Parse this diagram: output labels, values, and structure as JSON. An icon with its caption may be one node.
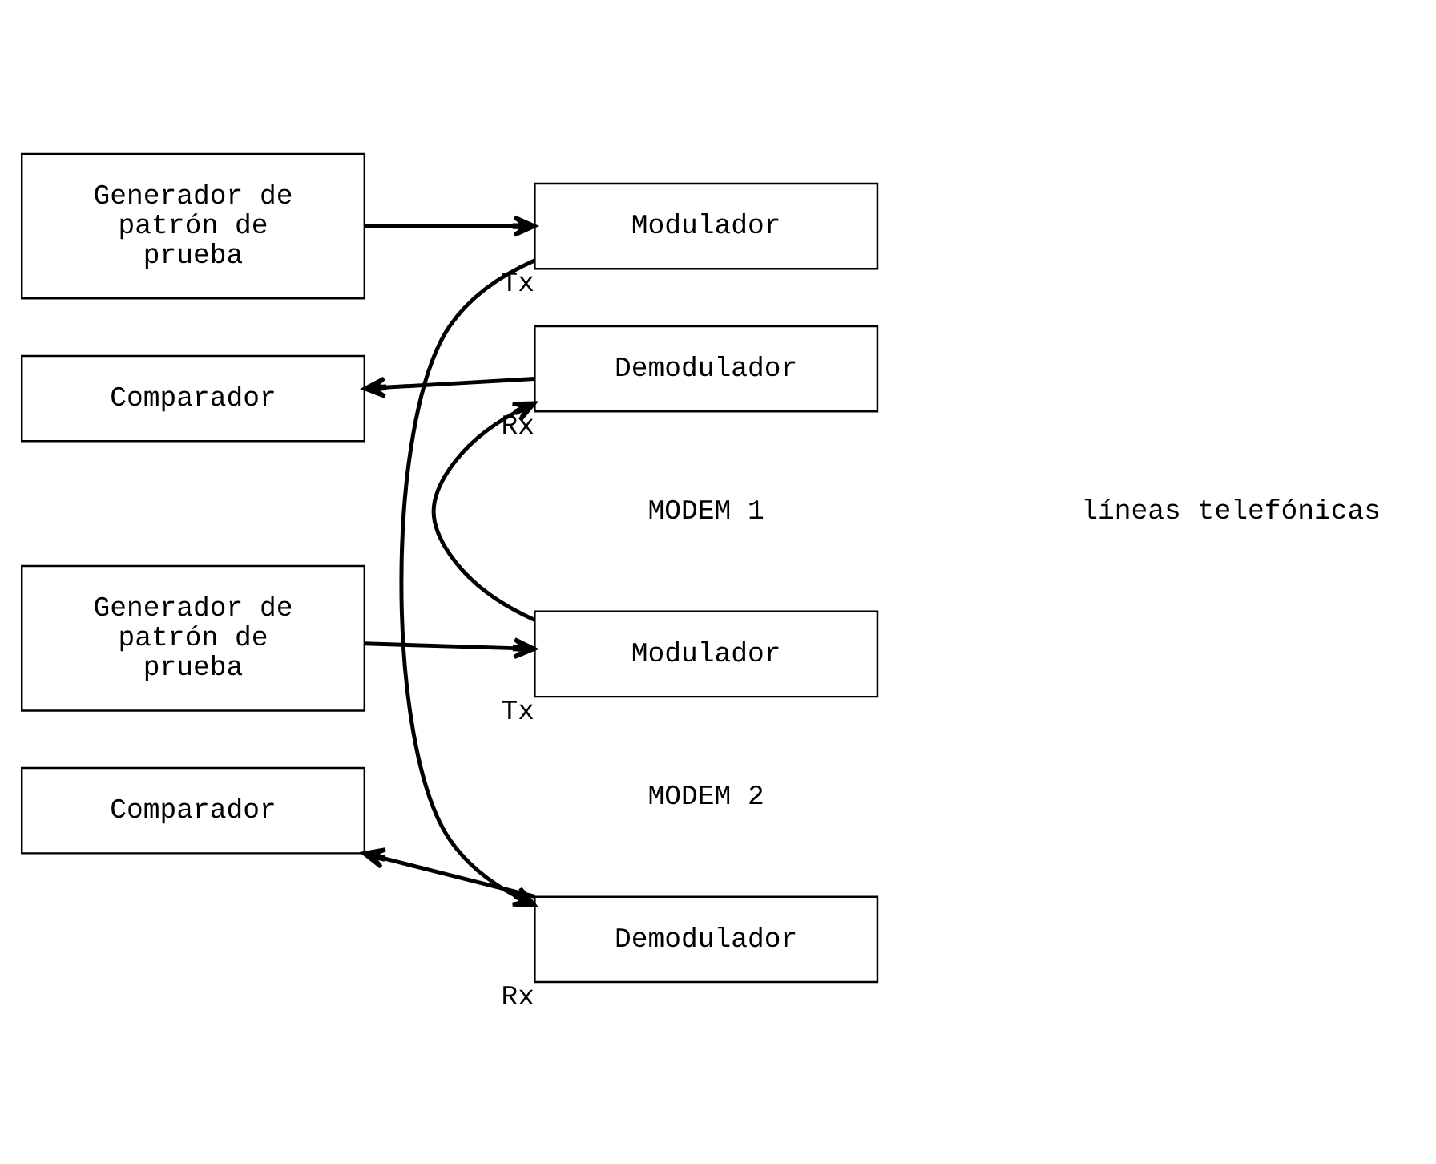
{
  "diagram": {
    "nodes": [
      {
        "text": [
          "Generador de patrón de prueba"
        ]
      },
      {
        "text": [
          "Comparador"
        ]
      },
      {
        "text": [
          "Modulador"
        ],
        "beside": [
          "Tx"
        ]
      },
      {
        "text": [
          "Demodulador"
        ],
        "beside": [
          "Rx"
        ]
      },
      {
        "text": [
          "Generador de patrón de prueba"
        ]
      },
      {
        "text": [
          "Comparador"
        ]
      },
      {
        "text": [
          "Modulador"
        ],
        "beside": [
          "Tx"
        ]
      },
      {
        "text": [
          "Demodulador"
        ],
        "beside": [
          "Rx"
        ]
      }
    ],
    "edges": [
      {
        "from": 0,
        "to": 2,
        "arrow": "to"
      },
      {
        "from": 3,
        "to": 1,
        "arrow": "to"
      },
      {
        "from": 2,
        "to": 7,
        "arrow": "to"
      },
      {
        "from": 6,
        "to": 3,
        "arrow": "to"
      },
      {
        "from": 4,
        "to": 6,
        "arrow": "to"
      },
      {
        "from": 7,
        "to": 5,
        "arrow": "to"
      }
    ],
    "labels": [
      "MODEM 1",
      "líneas telefónicas",
      "MODEM 2"
    ]
  }
}
